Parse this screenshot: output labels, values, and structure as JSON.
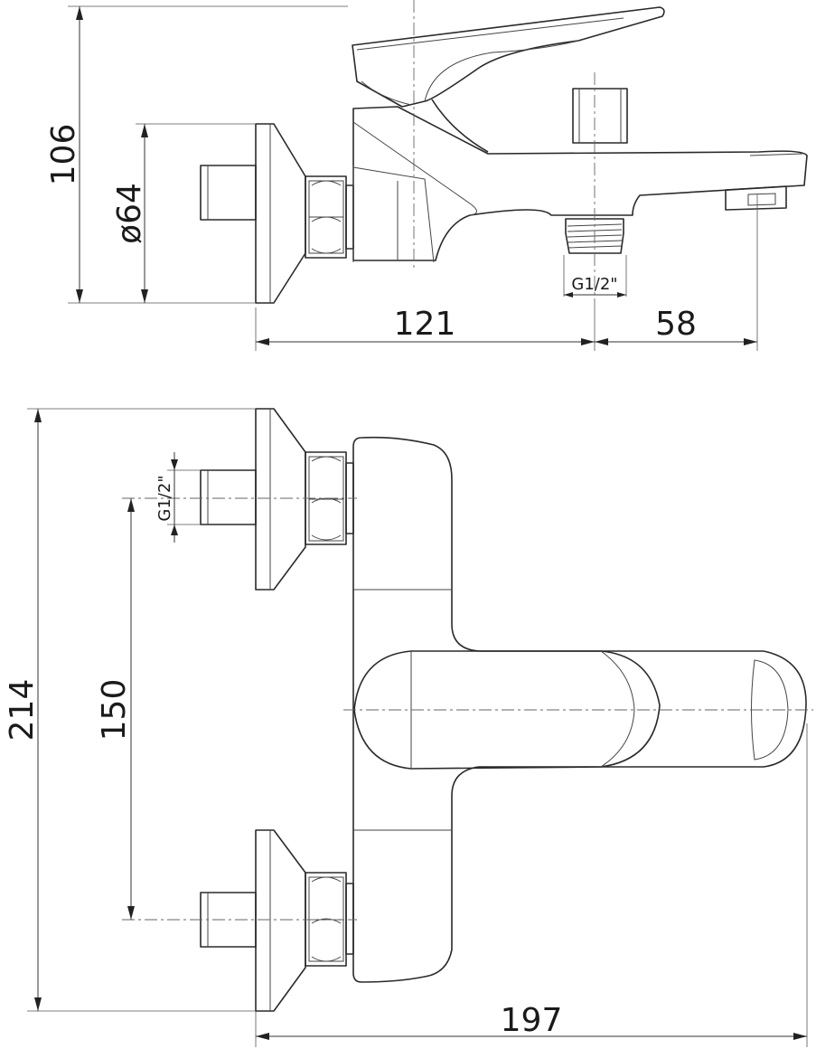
{
  "side_view": {
    "height_label": "106",
    "diameter_label": "ø64",
    "thread_label": "G1/2\"",
    "length_label": "121",
    "spout_label": "58"
  },
  "top_view": {
    "thread_label": "G1/2\"",
    "spacing_label": "150",
    "height_label": "214",
    "width_label": "197"
  }
}
